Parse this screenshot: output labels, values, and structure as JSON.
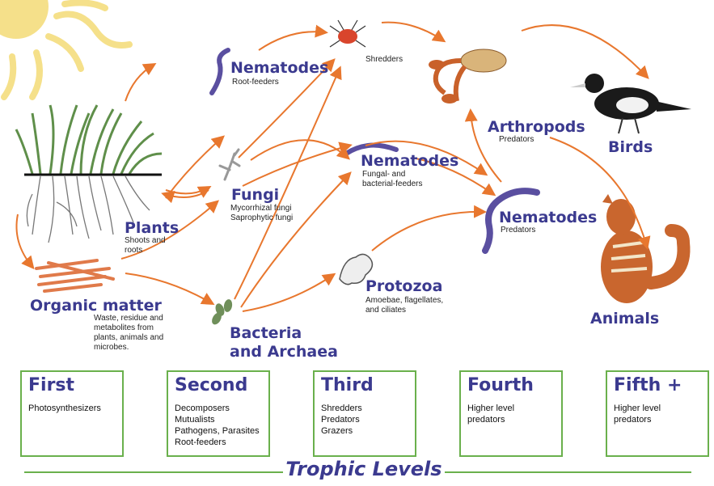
{
  "organisms": {
    "nematodes_root": {
      "name": "Nematodes",
      "desc": "Root-feeders"
    },
    "shredders": {
      "desc": "Shredders"
    },
    "arthropods": {
      "name": "Arthropods",
      "desc": "Predators"
    },
    "birds": {
      "name": "Birds"
    },
    "plants": {
      "name": "Plants",
      "desc1": "Shoots and",
      "desc2": "roots"
    },
    "fungi": {
      "name": "Fungi",
      "desc1": "Mycorrhizal fungi",
      "desc2": "Saprophytic fungi"
    },
    "nematodes_fungal": {
      "name": "Nematodes",
      "desc1": "Fungal- and",
      "desc2": "bacterial-feeders"
    },
    "nematodes_predators": {
      "name": "Nematodes",
      "desc": "Predators"
    },
    "animals": {
      "name": "Animals"
    },
    "organic_matter": {
      "name": "Organic matter",
      "desc1": "Waste, residue and",
      "desc2": "metabolites from",
      "desc3": "plants, animals and",
      "desc4": "microbes."
    },
    "protozoa": {
      "name": "Protozoa",
      "desc1": "Amoebae, flagellates,",
      "desc2": "and ciliates"
    },
    "bacteria": {
      "name1": "Bacteria",
      "name2": "and Archaea"
    }
  },
  "levels": [
    {
      "title": "First",
      "desc": "Photosynthesizers"
    },
    {
      "title": "Second",
      "desc": "Decomposers\nMutualists\nPathogens, Parasites\nRoot-feeders"
    },
    {
      "title": "Third",
      "desc": "Shredders\nPredators\nGrazers"
    },
    {
      "title": "Fourth",
      "desc": "Higher level\npredators"
    },
    {
      "title": "Fifth +",
      "desc": "Higher level\npredators"
    }
  ],
  "footer": {
    "title": "Trophic Levels"
  },
  "colors": {
    "arrow": "#e8772e",
    "title": "#3b3a8f",
    "box_border": "#6ab04c",
    "sun": "#f5e08a"
  }
}
